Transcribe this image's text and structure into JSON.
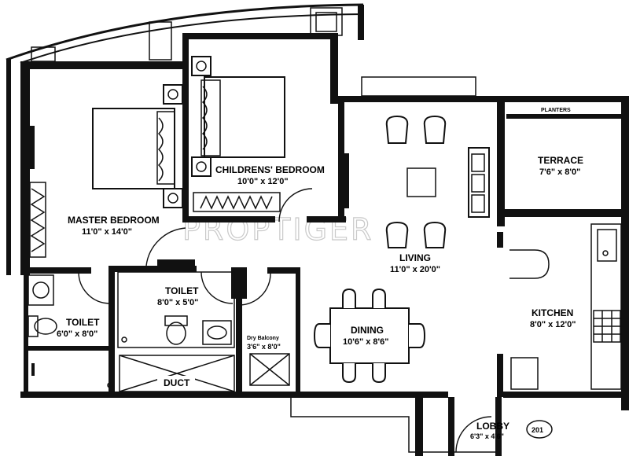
{
  "watermark": "PROPTIGER",
  "unit_number": "201",
  "rooms": {
    "master_bedroom": {
      "name": "MASTER BEDROOM",
      "size": "11'0\" x 14'0\""
    },
    "childrens_bedroom": {
      "name": "CHILDRENS' BEDROOM",
      "size": "10'0\" x 12'0\""
    },
    "living": {
      "name": "LIVING",
      "size": "11'0\" x 20'0\""
    },
    "terrace": {
      "name": "TERRACE",
      "size": "7'6\" x 8'0\""
    },
    "planters": {
      "name": "PLANTERS"
    },
    "kitchen": {
      "name": "KITCHEN",
      "size": "8'0\" x 12'0\""
    },
    "dining": {
      "name": "DINING",
      "size": "10'6\" x 8'6\""
    },
    "toilet_master": {
      "name": "TOILET",
      "size": "6'0\" x 8'0\""
    },
    "toilet_common": {
      "name": "TOILET",
      "size": "8'0\" x 5'0\""
    },
    "dry_balcony": {
      "name": "Dry Balcony",
      "size": "3'6\" x 8'0\""
    },
    "duct": {
      "name": "DUCT"
    },
    "lobby": {
      "name": "LOBBY",
      "size": "6'3\" x 4'6\""
    }
  }
}
